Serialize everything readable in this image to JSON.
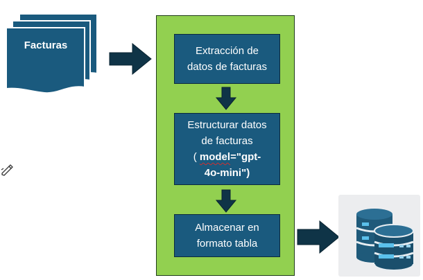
{
  "invoices_label": "Facturas",
  "steps": [
    {
      "lines": [
        "Extracción de",
        "datos de facturas"
      ]
    },
    {
      "lines": [
        "Estructurar datos",
        "de facturas"
      ],
      "model_prefix": "( ",
      "model_word": "model",
      "model_rest": "=\"gpt-",
      "model_line2": "4o-mini\")"
    },
    {
      "lines": [
        "Almacenar  en",
        "formato tabla"
      ]
    }
  ],
  "colors": {
    "process_bg": "#92d050",
    "step_bg": "#1a5a7e",
    "arrow": "#0f3447",
    "doc": "#1a5a7e"
  },
  "icons": {
    "database": "database-icon",
    "documents": "multi-document-icon",
    "pen": "pen-icon"
  }
}
